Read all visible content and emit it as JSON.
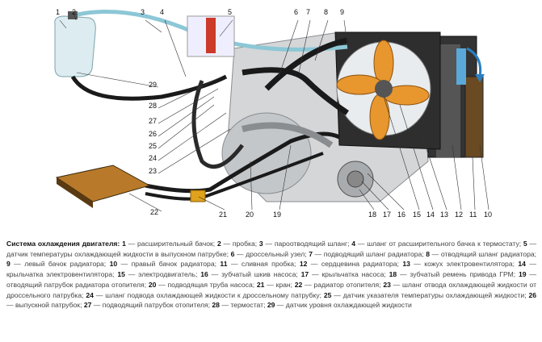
{
  "diagram": {
    "callouts": [
      "1",
      "2",
      "3",
      "4",
      "5",
      "6",
      "7",
      "8",
      "9",
      "10",
      "11",
      "12",
      "13",
      "14",
      "15",
      "16",
      "17",
      "18",
      "19",
      "20",
      "21",
      "22",
      "23",
      "24",
      "25",
      "26",
      "27",
      "28",
      "29"
    ],
    "colors": {
      "tank": "#d9eef2",
      "hose_blue": "#8cc7d6",
      "hose_black": "#1a1a1a",
      "fan": "#e8962e",
      "radiator": "#3a3a3a",
      "engine": "#cfd2d4",
      "heater": "#b87a2a"
    }
  },
  "caption": {
    "title": "Система охлаждения двигателя:",
    "items": [
      {
        "n": "1",
        "t": "расширительный бачок;"
      },
      {
        "n": "2",
        "t": "пробка;"
      },
      {
        "n": "3",
        "t": "пароотводящий шланг;"
      },
      {
        "n": "4",
        "t": "шланг от расширительного бачка к термостату;"
      },
      {
        "n": "5",
        "t": "датчик температуры охлаждающей жидкости в выпускном патрубке;"
      },
      {
        "n": "6",
        "t": "дроссельный узел;"
      },
      {
        "n": "7",
        "t": "подводящий шланг радиатора;"
      },
      {
        "n": "8",
        "t": "отводящий шланг радиатора;"
      },
      {
        "n": "9",
        "t": "левый бачок радиатора;"
      },
      {
        "n": "10",
        "t": "правый бачок радиатора;"
      },
      {
        "n": "11",
        "t": "сливная пробка;"
      },
      {
        "n": "12",
        "t": "сердцевина радиатора;"
      },
      {
        "n": "13",
        "t": "кожух электровентилятора;"
      },
      {
        "n": "14",
        "t": "крыльчатка электровентилятора;"
      },
      {
        "n": "15",
        "t": "электродвигатель;"
      },
      {
        "n": "16",
        "t": "зубчатый шкив насоса;"
      },
      {
        "n": "17",
        "t": "крыльчатка насоса;"
      },
      {
        "n": "18",
        "t": "зубчатый ремень привода ГРМ;"
      },
      {
        "n": "19",
        "t": "отводящий патрубок радиатора отопителя;"
      },
      {
        "n": "20",
        "t": "подводящая труба насоса;"
      },
      {
        "n": "21",
        "t": "кран;"
      },
      {
        "n": "22",
        "t": "радиатор отопителя;"
      },
      {
        "n": "23",
        "t": "шланг отвода охлаждающей жидкости от дроссельного патрубка;"
      },
      {
        "n": "24",
        "t": "шланг подвода охлаждающей жидкости к дроссельному патрубку;"
      },
      {
        "n": "25",
        "t": "датчик указателя температуры охлаждающей жидкости;"
      },
      {
        "n": "26",
        "t": "выпускной патрубок;"
      },
      {
        "n": "27",
        "t": "подводящий патрубок отопителя;"
      },
      {
        "n": "28",
        "t": "термостат;"
      },
      {
        "n": "29",
        "t": "датчик уровня охлаждающей жидкости"
      }
    ]
  }
}
